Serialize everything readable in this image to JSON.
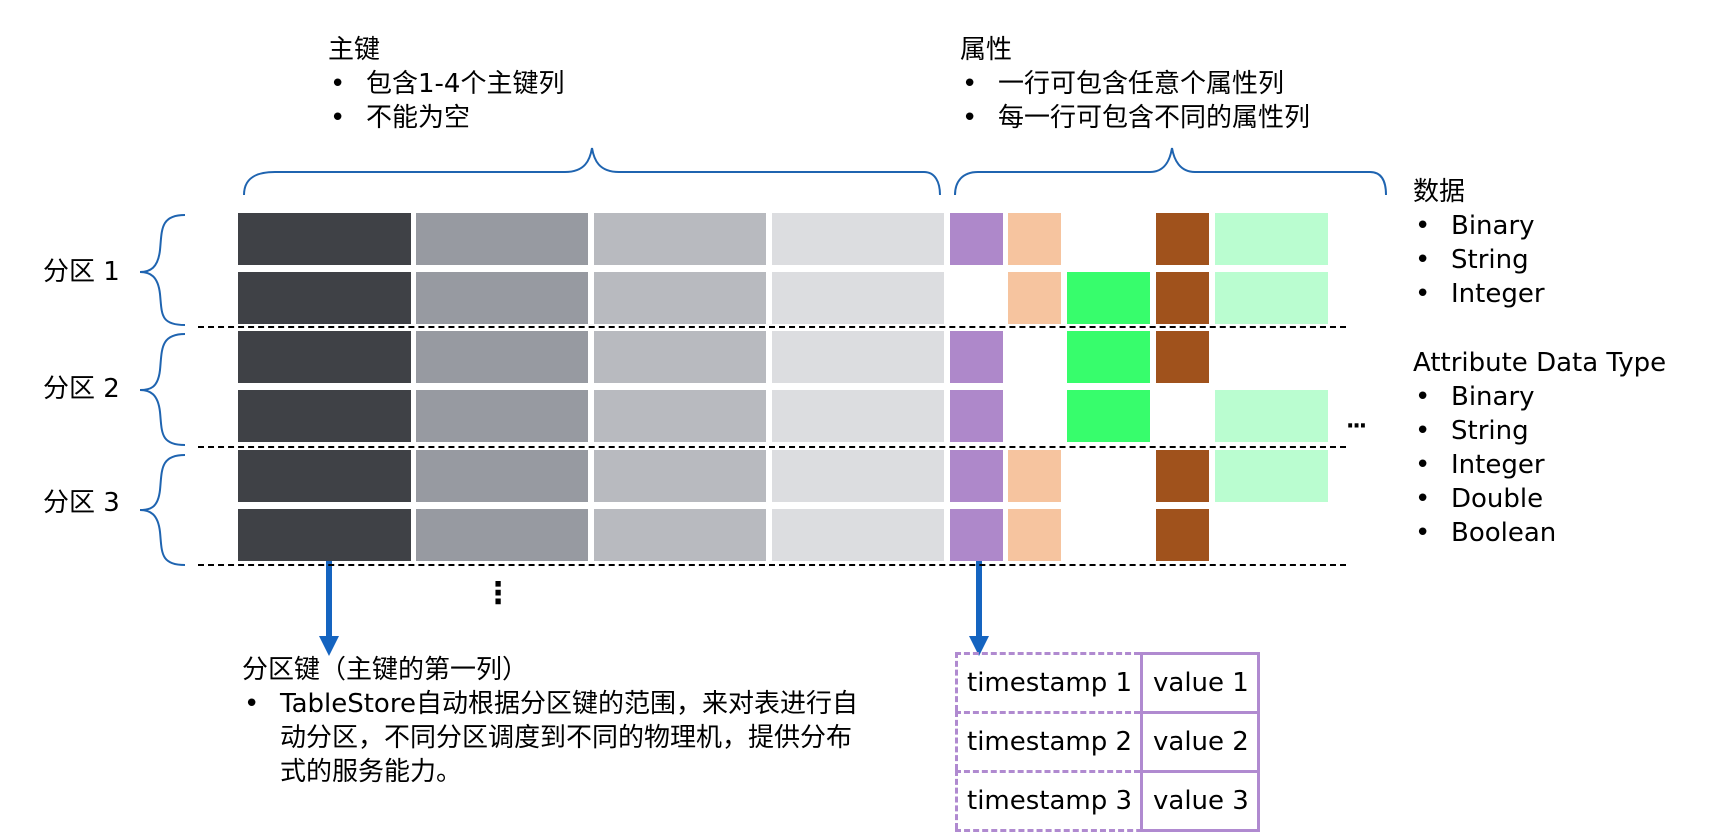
{
  "primary_key": {
    "title": "主键",
    "bullets": [
      "包含1-4个主键列",
      "不能为空"
    ]
  },
  "attributes": {
    "title": "属性",
    "bullets": [
      "一行可包含任意个属性列",
      "每一行可包含不同的属性列"
    ]
  },
  "data_types": {
    "title": "数据",
    "items": [
      "Binary",
      "String",
      "Integer"
    ]
  },
  "attribute_data_types": {
    "title": "Attribute Data Type",
    "items": [
      "Binary",
      "String",
      "Integer",
      "Double",
      "Boolean"
    ]
  },
  "partitions": [
    {
      "label": "分区 1"
    },
    {
      "label": "分区 2"
    },
    {
      "label": "分区 3"
    }
  ],
  "ellipsis": {
    "horizontal": "···",
    "vertical": "⋮"
  },
  "partition_key": {
    "title": "分区键（主键的第一列）",
    "description_lines": [
      "TableStore自动根据分区键的范围，来对表进行自",
      "动分区，不同分区调度到不同的物理机，提供分布",
      "式的服务能力。"
    ]
  },
  "versions": [
    {
      "timestamp": "timestamp 1",
      "value": "value 1"
    },
    {
      "timestamp": "timestamp 2",
      "value": "value 2"
    },
    {
      "timestamp": "timestamp 3",
      "value": "value 3"
    }
  ],
  "colors": {
    "pk1": "#3f4146",
    "pk2": "#979aa1",
    "pk3": "#b8babf",
    "pk4": "#dcdde0",
    "attr_purple": "#ae88ca",
    "attr_peach": "#f6c49f",
    "attr_green": "#37fd6c",
    "attr_brown": "#a0521c",
    "attr_mint": "#bafdd0",
    "brace": "#1f64b0",
    "arrow": "#1564c0",
    "version_border": "#b08ad0"
  }
}
